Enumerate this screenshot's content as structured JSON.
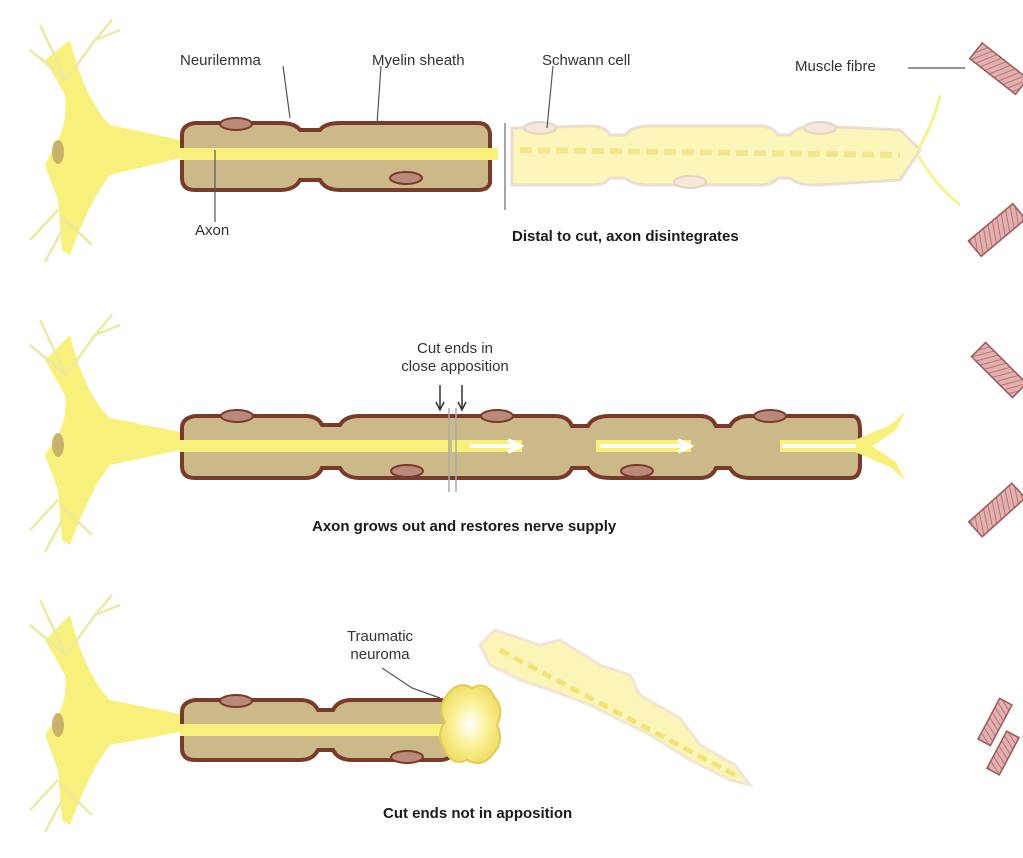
{
  "labels": {
    "neurilemma": "Neurilemma",
    "myelin_sheath": "Myelin sheath",
    "schwann_cell": "Schwann cell",
    "muscle_fibre": "Muscle fibre",
    "axon": "Axon",
    "cut_ends_line1": "Cut ends in",
    "cut_ends_line2": "close apposition",
    "traumatic_line1": "Traumatic",
    "traumatic_line2": "neuroma"
  },
  "captions": {
    "panel1": "Distal to cut, axon disintegrates",
    "panel2": "Axon grows out and restores nerve supply",
    "panel3": "Cut ends not in apposition"
  },
  "colors": {
    "neuron": "#f7f07a",
    "neuron_light": "#fbf6b0",
    "sheath_fill": "#cbb98a",
    "sheath_stroke": "#7a3a2a",
    "nucleus_fill": "#b98a7a",
    "muscle": "#d79a9a",
    "muscle_stroke": "#9a5a5a",
    "leader": "#555555",
    "arrow": "#ffffff"
  }
}
